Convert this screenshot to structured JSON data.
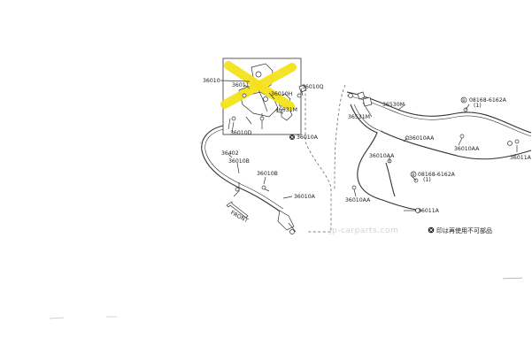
{
  "watermark": "jp-carparts.com",
  "note": "印は再使用不可部品",
  "note_icon": "circle-x-icon",
  "direction": {
    "label": "FRONT"
  },
  "colors": {
    "highlight": "#f4e21a",
    "line": "#333333",
    "watermark": "#d2d2d2"
  },
  "labels": {
    "p36010": "36010",
    "p36011": "36011",
    "p36010H": "36010H",
    "p36010Q": "36010Q",
    "p46531M": "46531M",
    "p36010D": "36010D",
    "p36010A_top": "36010A",
    "p36402": "36402",
    "p36010B_a": "36010B",
    "p36010B_b": "36010B",
    "p36010A_low": "36010A",
    "p36530M": "36530M",
    "p36531M": "36531M",
    "p36010AA_1": "36010AA",
    "p36010AA_2": "36010AA",
    "p36010AA_3": "36010AA",
    "p36010AA_4": "36010AA",
    "p08168_top": "08168-6162A",
    "p08168_top_qty": "(1)",
    "p08168_mid": "08168-6162A",
    "p08168_mid_qty": "(1)",
    "p36011A_mid": "36011A",
    "p36011A_right": "36011A"
  }
}
